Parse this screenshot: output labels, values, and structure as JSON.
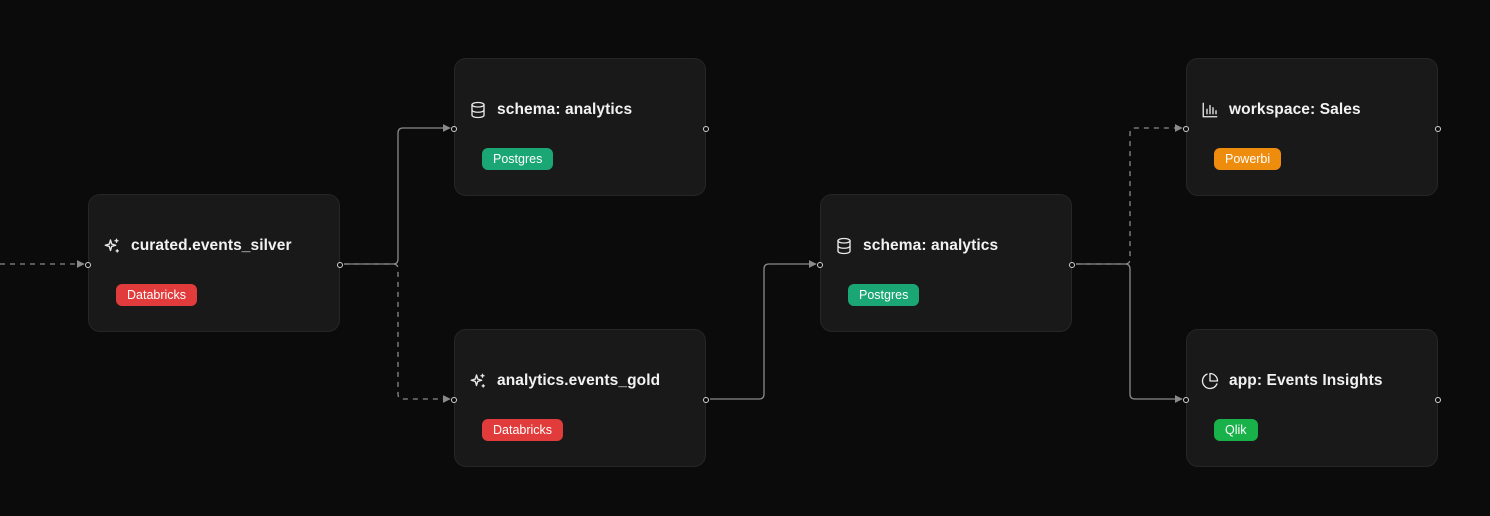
{
  "colors": {
    "background": "#0b0b0b",
    "node": "#191919",
    "edge": "#8a8a8a",
    "databricks": "#e23b3b",
    "postgres": "#1aa775",
    "powerbi": "#ee8c0e",
    "qlik": "#19b24a"
  },
  "nodes": [
    {
      "id": "curated-events-silver",
      "icon": "sparkles-icon",
      "title": "curated.events_silver",
      "badge": "Databricks",
      "badge_color": "#e23b3b"
    },
    {
      "id": "schema-analytics-top",
      "icon": "database-icon",
      "title": "schema: analytics",
      "badge": "Postgres",
      "badge_color": "#1aa775"
    },
    {
      "id": "analytics-events-gold",
      "icon": "sparkles-icon",
      "title": "analytics.events_gold",
      "badge": "Databricks",
      "badge_color": "#e23b3b"
    },
    {
      "id": "schema-analytics-mid",
      "icon": "database-icon",
      "title": "schema: analytics",
      "badge": "Postgres",
      "badge_color": "#1aa775"
    },
    {
      "id": "workspace-sales",
      "icon": "bar-chart-icon",
      "title": "workspace: Sales",
      "badge": "Powerbi",
      "badge_color": "#ee8c0e"
    },
    {
      "id": "app-events-insights",
      "icon": "pie-chart-icon",
      "title": "app: Events Insights",
      "badge": "Qlik",
      "badge_color": "#19b24a"
    }
  ],
  "edges": [
    {
      "from": "upstream",
      "to": "curated-events-silver",
      "style": "dashed"
    },
    {
      "from": "curated-events-silver",
      "to": "schema-analytics-top",
      "style": "solid"
    },
    {
      "from": "curated-events-silver",
      "to": "analytics-events-gold",
      "style": "dashed"
    },
    {
      "from": "analytics-events-gold",
      "to": "schema-analytics-mid",
      "style": "solid"
    },
    {
      "from": "schema-analytics-mid",
      "to": "workspace-sales",
      "style": "dashed"
    },
    {
      "from": "schema-analytics-mid",
      "to": "app-events-insights",
      "style": "solid"
    }
  ]
}
